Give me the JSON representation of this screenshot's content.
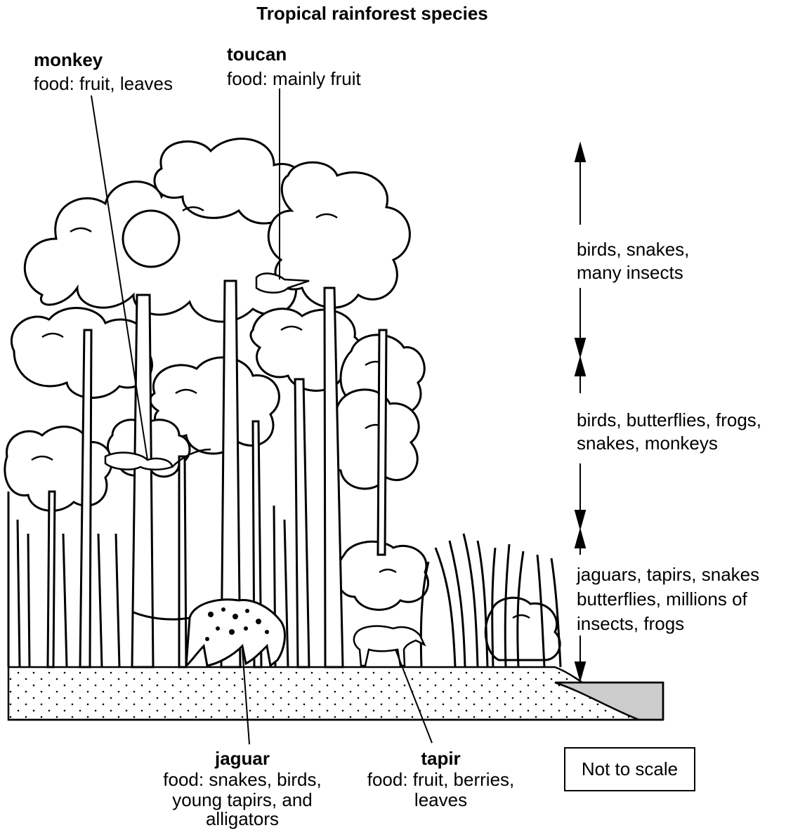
{
  "title": "Tropical rainforest species",
  "animals": {
    "monkey": {
      "name": "monkey",
      "food": "food: fruit, leaves"
    },
    "toucan": {
      "name": "toucan",
      "food": "food: mainly fruit"
    },
    "jaguar": {
      "name": "jaguar",
      "food_lines": [
        "food: snakes, birds,",
        "young tapirs, and",
        "alligators"
      ]
    },
    "tapir": {
      "name": "tapir",
      "food_lines": [
        "food: fruit, berries,",
        "leaves"
      ]
    }
  },
  "layers": {
    "top": [
      "birds, snakes,",
      "many insects"
    ],
    "middle": [
      "birds, butterflies, frogs,",
      "snakes, monkeys"
    ],
    "bottom": [
      "jaguars, tapirs, snakes",
      "butterflies, millions of",
      "insects, frogs"
    ]
  },
  "scale_note": "Not to scale",
  "colors": {
    "line": "#000000",
    "water": "#cccccc",
    "background": "#ffffff"
  }
}
